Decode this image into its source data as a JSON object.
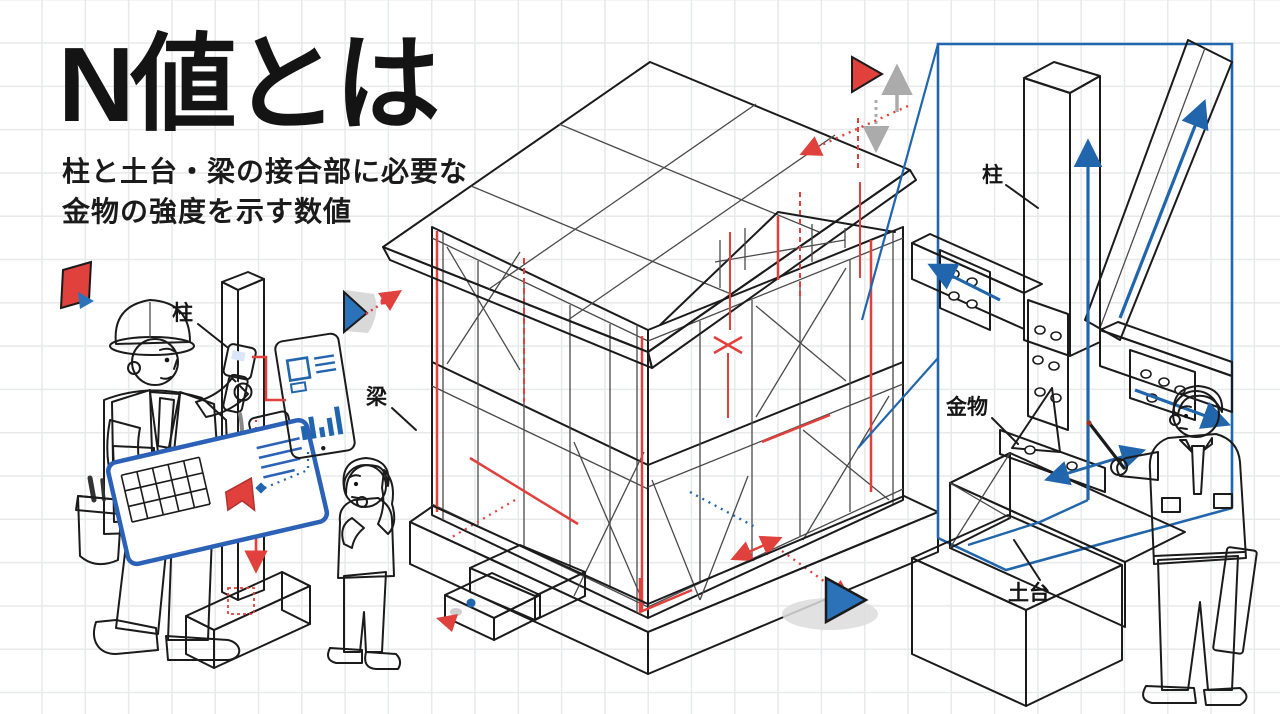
{
  "title": "N値とは",
  "subtitle": {
    "line1": "柱と土台・梁の接合部に必要な",
    "line2": "金物の強度を示す数値"
  },
  "labels": {
    "pillar_left": "柱",
    "beam": "梁",
    "pillar_detail": "柱",
    "hardware": "金物",
    "sill": "土台"
  },
  "colors": {
    "accent_red": "#E0413C",
    "accent_blue": "#2166AC",
    "triangle_blue": "#2B72B8",
    "vest_red": "#E1473F",
    "ink": "#1B1B1B",
    "grid_line": "#E7E9EA"
  }
}
